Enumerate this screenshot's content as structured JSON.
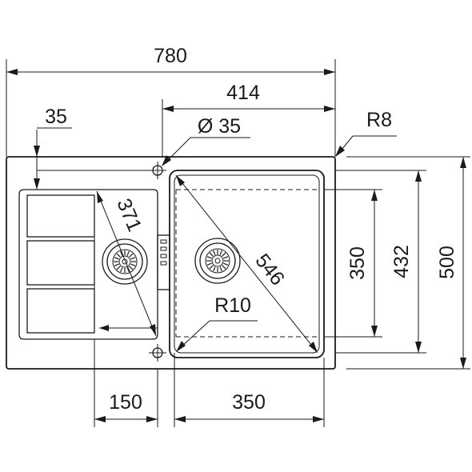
{
  "dimensions": {
    "overall_width": "780",
    "bowl_width_outer": "414",
    "left_offset": "35",
    "radius_corner": "R8",
    "hole_diameter": "Ø 35",
    "drainer_diagonal": "371",
    "bowl_diagonal": "546",
    "radius_inner": "R10",
    "drainer_width": "150",
    "bowl_width_inner": "350",
    "bowl_depth_inner": "350",
    "bowl_depth_outer": "432",
    "overall_depth": "500"
  }
}
